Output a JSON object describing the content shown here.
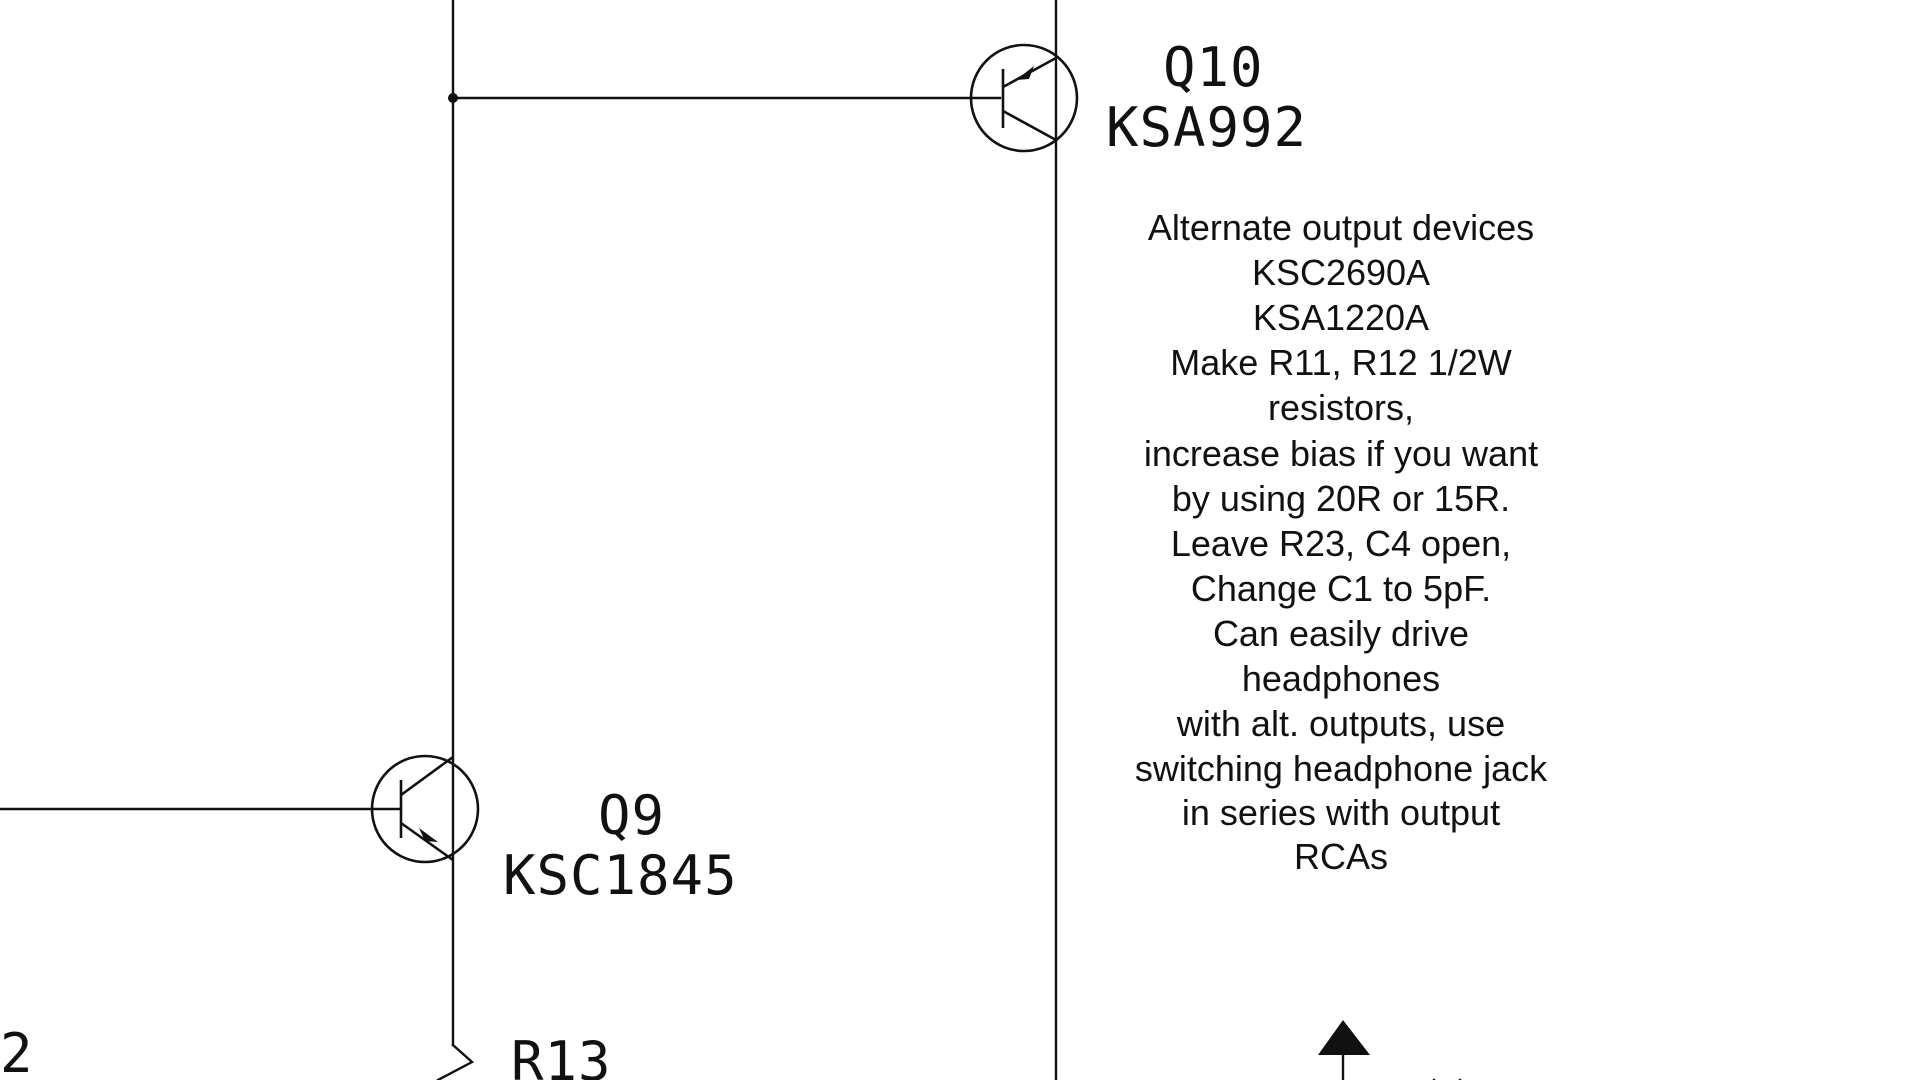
{
  "transistors": [
    {
      "ref": "Q10",
      "part": "KSA992",
      "polarity": "PNP"
    },
    {
      "ref": "Q9",
      "part": "KSC1845",
      "polarity": "NPN"
    }
  ],
  "resistors": [
    {
      "ref": "R13"
    }
  ],
  "edge_labels": {
    "left_fragment": "2"
  },
  "note": {
    "lines": [
      "Alternate output devices",
      "KSC2690A",
      "KSA1220A",
      "Make R11, R12 1/2W",
      "resistors,",
      "increase bias if you want",
      "by using 20R or 15R.",
      "Leave R23, C4 open,",
      "Change C1 to 5pF.",
      "Can easily drive",
      "headphones",
      "with alt. outputs, use",
      "switching headphone jack",
      "in series with output",
      "RCAs"
    ]
  },
  "colors": {
    "ink": "#111111",
    "paper": "#ffffff"
  }
}
